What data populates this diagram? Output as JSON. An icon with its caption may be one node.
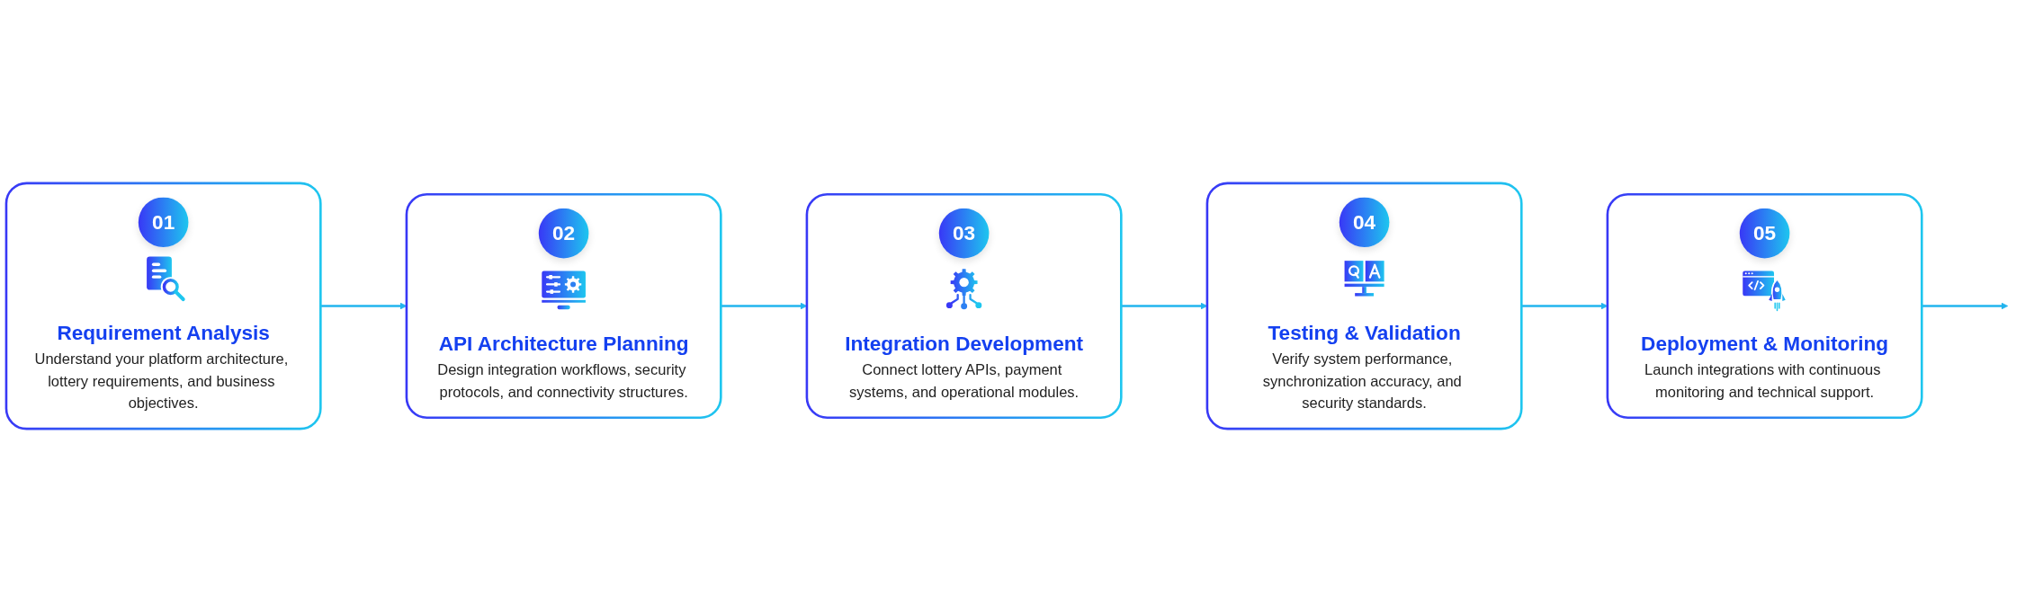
{
  "diagram": {
    "nodes": [
      {
        "text": [
          "01",
          "Requirement Analysis",
          "Understand your platform architecture, lottery requirements, and business objectives."
        ]
      },
      {
        "text": [
          "02",
          "API Architecture Planning",
          "Design integration workflows, security protocols, and connectivity structures."
        ]
      },
      {
        "text": [
          "03",
          "Integration Development",
          "Connect lottery APIs, payment systems, and operational modules."
        ]
      },
      {
        "text": [
          "04",
          "Testing & Validation",
          "Verify system performance, synchronization accuracy, and security standards."
        ]
      },
      {
        "text": [
          "05",
          "Deployment & Monitoring",
          "Launch integrations with continuous monitoring and technical support."
        ]
      }
    ],
    "edges": [
      {
        "from": 0,
        "to": 1,
        "arrow": "to"
      },
      {
        "from": 1,
        "to": 2,
        "arrow": "to"
      },
      {
        "from": 2,
        "to": 3,
        "arrow": "to"
      },
      {
        "from": 3,
        "to": 4,
        "arrow": "to"
      },
      {
        "from": 4,
        "to": null,
        "arrow": "to"
      }
    ]
  }
}
